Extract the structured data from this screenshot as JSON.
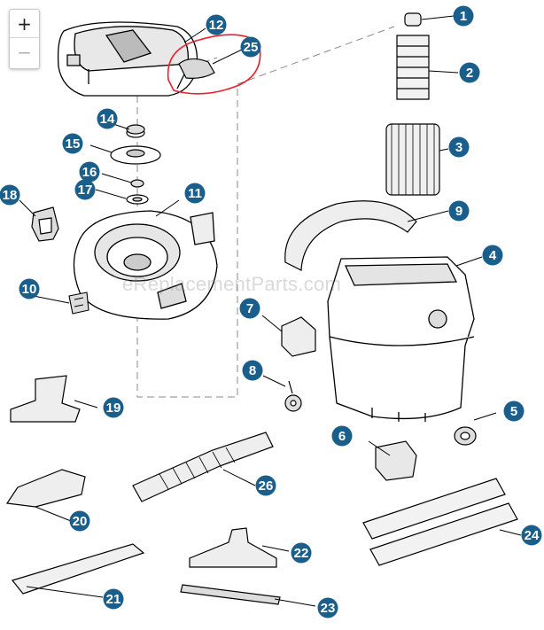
{
  "zoom": {
    "in_label": "+",
    "out_label": "−"
  },
  "watermark": "eReplacementParts.com",
  "callouts": [
    "1",
    "2",
    "3",
    "4",
    "5",
    "6",
    "7",
    "8",
    "9",
    "10",
    "11",
    "12",
    "14",
    "15",
    "16",
    "17",
    "18",
    "19",
    "20",
    "21",
    "22",
    "23",
    "24",
    "25",
    "26"
  ],
  "colors": {
    "callout_fill": "#1a5f8c",
    "line": "#000000",
    "highlight": "#e8202a"
  }
}
